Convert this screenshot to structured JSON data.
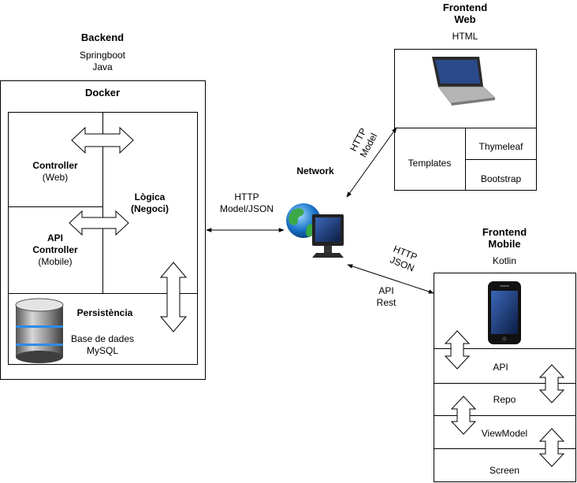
{
  "backend": {
    "title": "Backend",
    "subtitle_1": "Springboot",
    "subtitle_2": "Java",
    "docker": "Docker",
    "controller_title": "Controller",
    "controller_sub": "(Web)",
    "logica_1": "Lògica",
    "logica_2": "(Negoci)",
    "api_1": "API",
    "api_2": "Controller",
    "api_3": "(Mobile)",
    "persistencia": "Persistència",
    "db_1": "Base de dades",
    "db_2": "MySQL"
  },
  "network": {
    "title": "Network",
    "backend_link_1": "HTTP",
    "backend_link_2": "Model/JSON",
    "web_link_1": "HTTP",
    "web_link_2": "Model",
    "mobile_link_1": "HTTP",
    "mobile_link_2": "JSON",
    "mobile_link_3": "API",
    "mobile_link_4": "Rest"
  },
  "frontend_web": {
    "title_1": "Frontend",
    "title_2": "Web",
    "subtitle": "HTML",
    "templates": "Templates",
    "thymeleaf": "Thymeleaf",
    "bootstrap": "Bootstrap"
  },
  "frontend_mobile": {
    "title_1": "Frontend",
    "title_2": "Mobile",
    "subtitle": "Kotlin",
    "api": "API",
    "repo": "Repo",
    "viewmodel": "ViewModel",
    "screen": "Screen"
  }
}
